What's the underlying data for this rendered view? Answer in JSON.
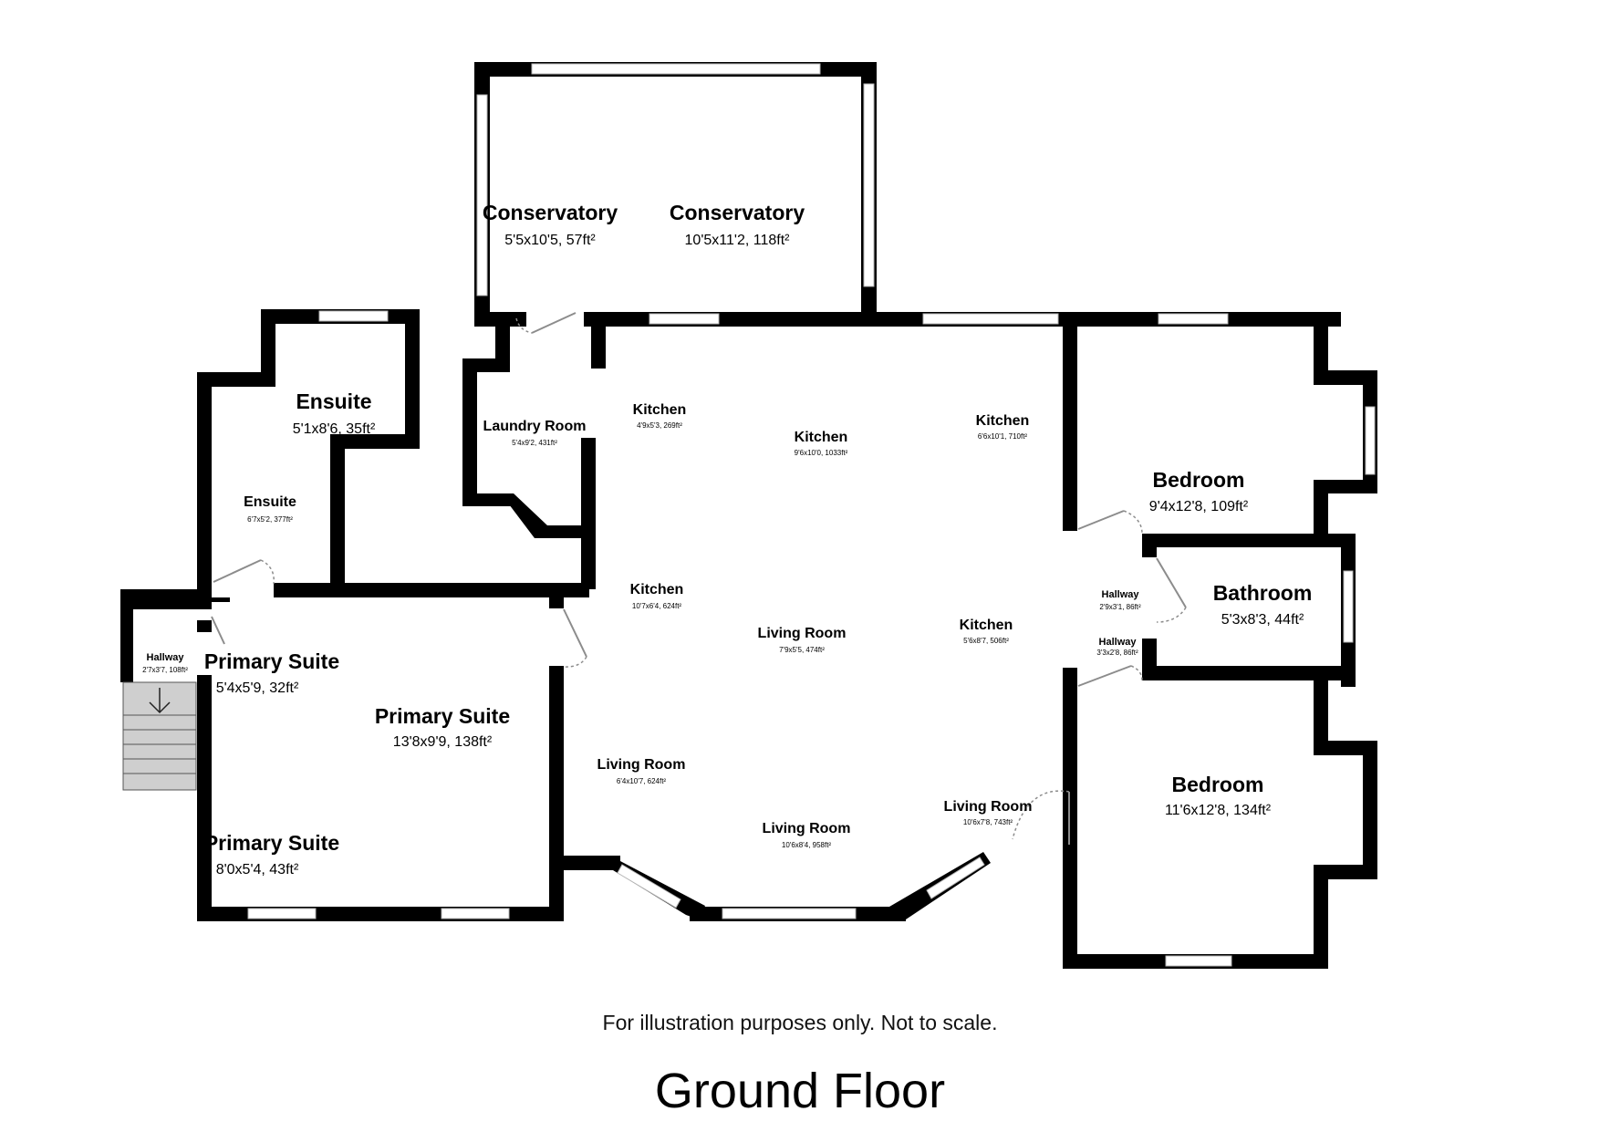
{
  "rooms": [
    {
      "id": "conservatory-west",
      "name": "Conservatory",
      "dims": "5'5x10'5, 57ft²"
    },
    {
      "id": "conservatory-east",
      "name": "Conservatory",
      "dims": "10'5x11'2, 118ft²"
    },
    {
      "id": "ensuite-upper",
      "name": "Ensuite",
      "dims": "5'1x8'6, 35ft²"
    },
    {
      "id": "ensuite-lower",
      "name": "Ensuite",
      "dims": "6'7x5'2, 377ft²"
    },
    {
      "id": "laundry-room",
      "name": "Laundry Room",
      "dims": "5'4x9'2, 431ft²"
    },
    {
      "id": "kitchen-nw",
      "name": "Kitchen",
      "dims": "4'9x5'3, 269ft²"
    },
    {
      "id": "kitchen-n",
      "name": "Kitchen",
      "dims": "9'6x10'0, 1033ft²"
    },
    {
      "id": "kitchen-ne",
      "name": "Kitchen",
      "dims": "6'6x10'1, 710ft²"
    },
    {
      "id": "bedroom-upper",
      "name": "Bedroom",
      "dims": "9'4x12'8, 109ft²"
    },
    {
      "id": "hallway-east-upper",
      "name": "Hallway",
      "dims": "2'9x3'1, 86ft²"
    },
    {
      "id": "bathroom",
      "name": "Bathroom",
      "dims": "5'3x8'3, 44ft²"
    },
    {
      "id": "hallway-east-lower",
      "name": "Hallway",
      "dims": "3'3x2'8, 86ft²"
    },
    {
      "id": "kitchen-w",
      "name": "Kitchen",
      "dims": "10'7x6'4, 624ft²"
    },
    {
      "id": "living-room-center",
      "name": "Living Room",
      "dims": "7'9x5'5, 474ft²"
    },
    {
      "id": "kitchen-e",
      "name": "Kitchen",
      "dims": "5'6x8'7, 506ft²"
    },
    {
      "id": "hallway-west",
      "name": "Hallway",
      "dims": "2'7x3'7, 108ft²"
    },
    {
      "id": "primary-suite-small",
      "name": "Primary Suite",
      "dims": "5'4x5'9, 32ft²"
    },
    {
      "id": "primary-suite-main",
      "name": "Primary Suite",
      "dims": "13'8x9'9, 138ft²"
    },
    {
      "id": "living-room-w",
      "name": "Living Room",
      "dims": "6'4x10'7, 624ft²"
    },
    {
      "id": "living-room-e",
      "name": "Living Room",
      "dims": "10'6x7'8, 743ft²"
    },
    {
      "id": "living-room-s",
      "name": "Living Room",
      "dims": "10'6x8'4, 958ft²"
    },
    {
      "id": "bedroom-lower",
      "name": "Bedroom",
      "dims": "11'6x12'8, 134ft²"
    },
    {
      "id": "primary-suite-lower",
      "name": "Primary Suite",
      "dims": "8'0x5'4, 43ft²"
    }
  ],
  "disclaimer": "For illustration purposes only. Not to scale.",
  "floor_title": "Ground Floor",
  "colors": {
    "wall": "#000000",
    "stairs": "#cfcfcf",
    "window": "#ffffff"
  },
  "icons": {
    "stairs": "down-arrow-icon"
  }
}
